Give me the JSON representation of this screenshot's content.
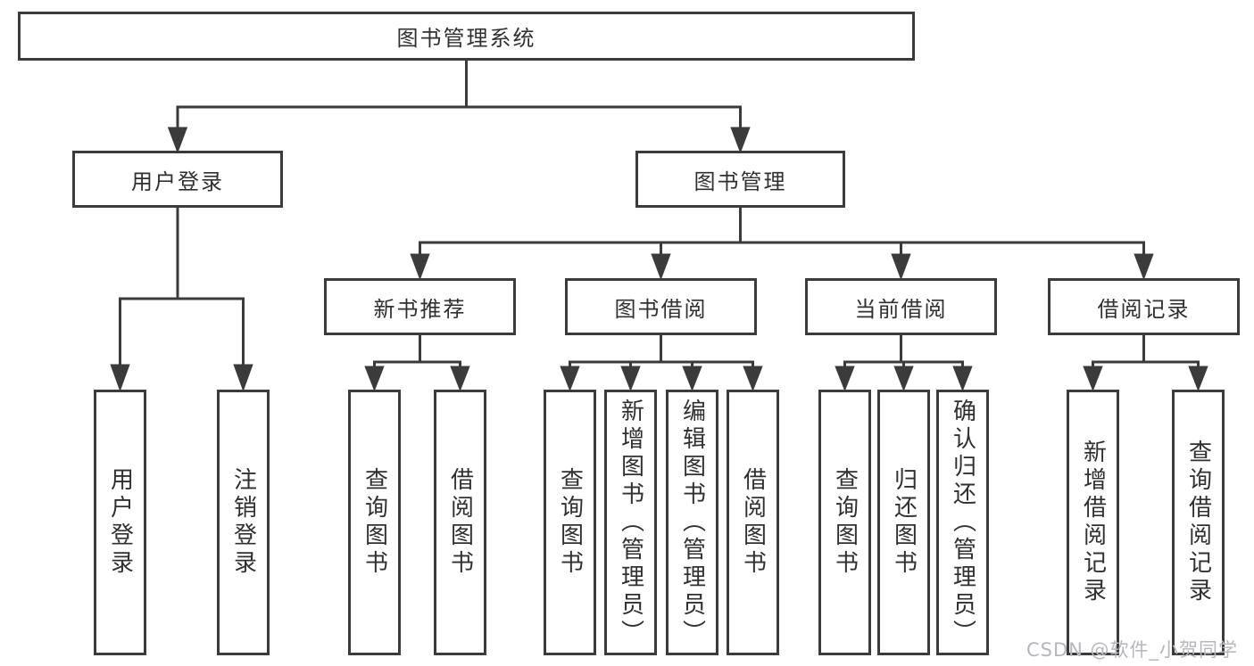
{
  "colors": {
    "line": "#3b3b3b",
    "text": "#303030",
    "watermark": "#b6b6bc",
    "background": "#ffffff"
  },
  "diagram": {
    "root": {
      "label": "图书管理系统"
    },
    "level2": [
      {
        "label": "用户登录"
      },
      {
        "label": "图书管理"
      }
    ],
    "level3": [
      {
        "label": "新书推荐"
      },
      {
        "label": "图书借阅"
      },
      {
        "label": "当前借阅"
      },
      {
        "label": "借阅记录"
      }
    ],
    "leaves": {
      "user_login": [
        {
          "label": "用户登录"
        },
        {
          "label": "注销登录"
        }
      ],
      "new_books": [
        {
          "label": "查询图书"
        },
        {
          "label": "借阅图书"
        }
      ],
      "book_borrow": [
        {
          "label": "查询图书"
        },
        {
          "label": "新增图书（管理员）"
        },
        {
          "label": "编辑图书（管理员）"
        },
        {
          "label": "借阅图书"
        }
      ],
      "current_borrow": [
        {
          "label": "查询图书"
        },
        {
          "label": "归还图书"
        },
        {
          "label": "确认归还（管理员）"
        }
      ],
      "borrow_records": [
        {
          "label": "新增借阅记录"
        },
        {
          "label": "查询借阅记录"
        }
      ]
    }
  },
  "watermark": {
    "text": "CSDN @软件_小贺同学"
  }
}
